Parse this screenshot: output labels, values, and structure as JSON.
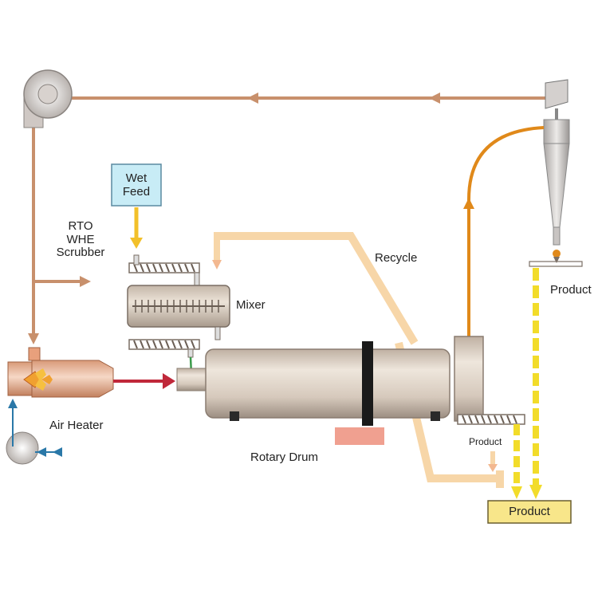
{
  "labels": {
    "wet_feed": "Wet\nFeed",
    "rto": "RTO\nWHE\nScrubber",
    "recycle": "Recycle",
    "mixer": "Mixer",
    "product_cyclone": "Product",
    "air_heater": "Air Heater",
    "product_small": "Product",
    "rotary_drum": "Rotary Drum",
    "product_box": "Product"
  },
  "colors": {
    "exhaust_line": "#c8906c",
    "recycle_line": "#f7d6a8",
    "product_line": "#f2dc2a",
    "cyclone_line": "#e0891a",
    "hot_air": "#c0283a",
    "fresh_air": "#2a78a8",
    "wet_feed_box": "#c8ecf6",
    "product_box": "#f8e68a",
    "drum": "#d8ccc0",
    "flame": "#f0a030"
  },
  "icons": [
    "fan-icon",
    "cyclone-icon",
    "burner-icon",
    "screw-conveyor-icon",
    "arrow-icon"
  ]
}
